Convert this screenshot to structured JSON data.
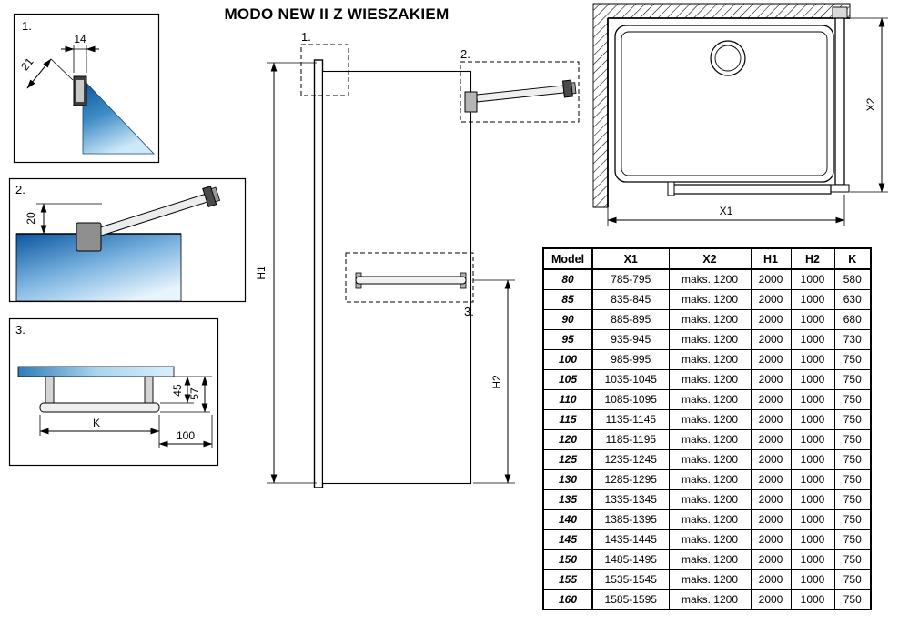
{
  "title": "MODO NEW II Z WIESZAKIEM",
  "colors": {
    "glass_blue_dark": "#0a57a0",
    "glass_blue_light": "#d9effb",
    "line": "#000000"
  },
  "detail1": {
    "label": "1.",
    "dim_width": "14",
    "dim_angle": "21"
  },
  "detail2": {
    "label": "2.",
    "dim_offset": "20"
  },
  "detail3": {
    "label": "3.",
    "dim_45": "45",
    "dim_57": "57",
    "dim_k": "K",
    "dim_100": "100"
  },
  "elevation": {
    "callout1": "1.",
    "callout2": "2.",
    "callout3": "3.",
    "dim_h1": "H1",
    "dim_h2": "H2"
  },
  "plan": {
    "dim_x1": "X1",
    "dim_x2": "X2"
  },
  "table": {
    "headers": [
      "Model",
      "X1",
      "X2",
      "H1",
      "H2",
      "K"
    ],
    "rows": [
      [
        "80",
        "785-795",
        "maks. 1200",
        "2000",
        "1000",
        "580"
      ],
      [
        "85",
        "835-845",
        "maks. 1200",
        "2000",
        "1000",
        "630"
      ],
      [
        "90",
        "885-895",
        "maks. 1200",
        "2000",
        "1000",
        "680"
      ],
      [
        "95",
        "935-945",
        "maks. 1200",
        "2000",
        "1000",
        "730"
      ],
      [
        "100",
        "985-995",
        "maks. 1200",
        "2000",
        "1000",
        "750"
      ],
      [
        "105",
        "1035-1045",
        "maks. 1200",
        "2000",
        "1000",
        "750"
      ],
      [
        "110",
        "1085-1095",
        "maks. 1200",
        "2000",
        "1000",
        "750"
      ],
      [
        "115",
        "1135-1145",
        "maks. 1200",
        "2000",
        "1000",
        "750"
      ],
      [
        "120",
        "1185-1195",
        "maks. 1200",
        "2000",
        "1000",
        "750"
      ],
      [
        "125",
        "1235-1245",
        "maks. 1200",
        "2000",
        "1000",
        "750"
      ],
      [
        "130",
        "1285-1295",
        "maks. 1200",
        "2000",
        "1000",
        "750"
      ],
      [
        "135",
        "1335-1345",
        "maks. 1200",
        "2000",
        "1000",
        "750"
      ],
      [
        "140",
        "1385-1395",
        "maks. 1200",
        "2000",
        "1000",
        "750"
      ],
      [
        "145",
        "1435-1445",
        "maks. 1200",
        "2000",
        "1000",
        "750"
      ],
      [
        "150",
        "1485-1495",
        "maks. 1200",
        "2000",
        "1000",
        "750"
      ],
      [
        "155",
        "1535-1545",
        "maks. 1200",
        "2000",
        "1000",
        "750"
      ],
      [
        "160",
        "1585-1595",
        "maks. 1200",
        "2000",
        "1000",
        "750"
      ]
    ]
  }
}
